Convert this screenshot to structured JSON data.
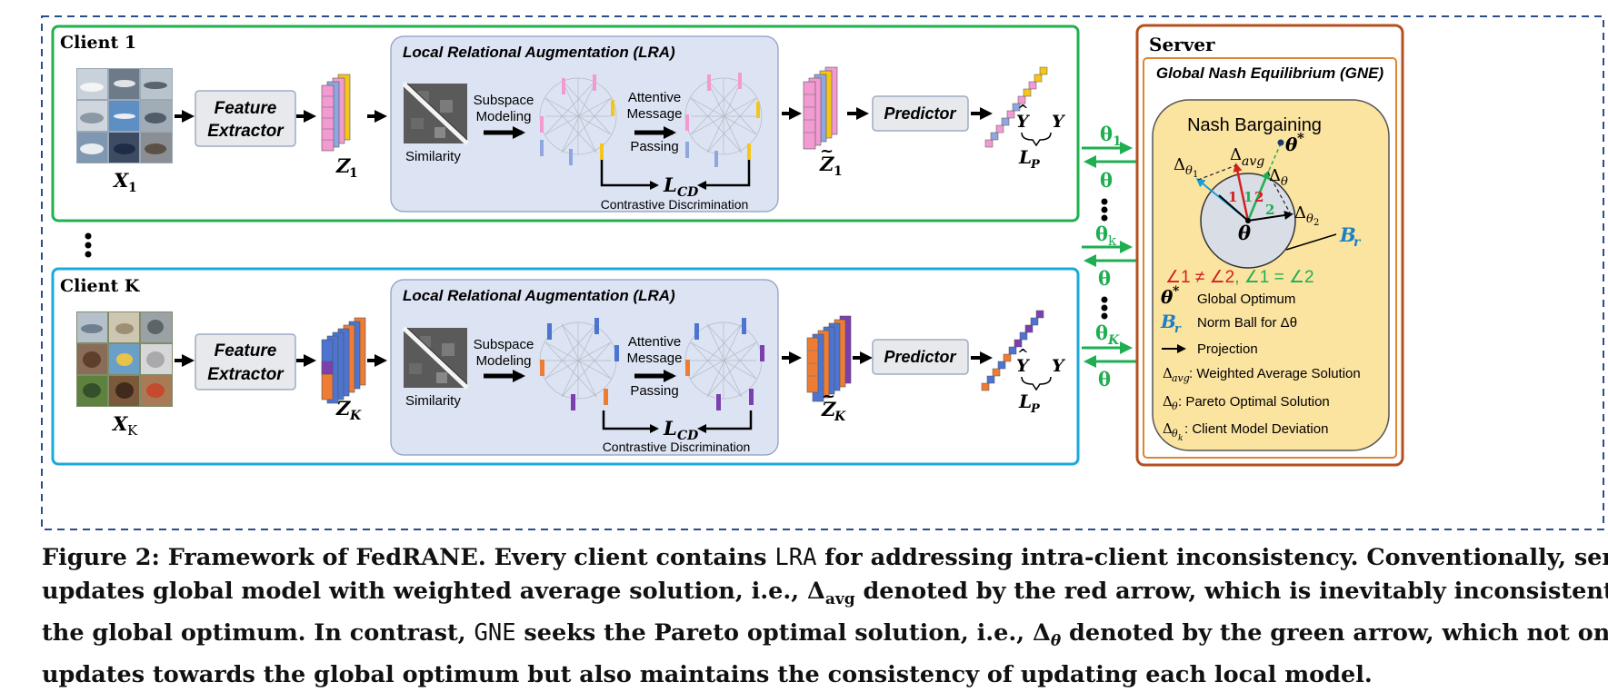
{
  "clients": [
    {
      "title": "Client 1",
      "input_label": "X",
      "input_sub": "1",
      "extractor_line1": "Feature",
      "extractor_line2": "Extractor",
      "feature_label": "Z",
      "feature_sub": "1",
      "lra_title": "Local Relational Augmentation (LRA)",
      "similarity_label": "Similarity",
      "subspace_line1": "Subspace",
      "subspace_line2": "Modeling",
      "attentive_line1": "Attentive",
      "attentive_line2": "Message",
      "attentive_line3": "Passing",
      "lcd_label": "L",
      "lcd_sub": "CD",
      "contrastive_label": "Contrastive Discrimination",
      "aug_label": "Z",
      "aug_sub": "1",
      "predictor_label": "Predictor",
      "yhat": "Y",
      "y": "Y",
      "loss_label": "L",
      "loss_sub": "P",
      "up_theta": "θ",
      "up_theta_sub": "1",
      "down_theta": "θ"
    },
    {
      "title": "Client K",
      "input_label": "X",
      "input_sub": "K",
      "extractor_line1": "Feature",
      "extractor_line2": "Extractor",
      "feature_label": "Z",
      "feature_sub": "K",
      "lra_title": "Local Relational Augmentation (LRA)",
      "similarity_label": "Similarity",
      "subspace_line1": "Subspace",
      "subspace_line2": "Modeling",
      "attentive_line1": "Attentive",
      "attentive_line2": "Message",
      "attentive_line3": "Passing",
      "lcd_label": "L",
      "lcd_sub": "CD",
      "contrastive_label": "Contrastive Discrimination",
      "aug_label": "Z",
      "aug_sub": "K",
      "predictor_label": "Predictor",
      "yhat": "Y",
      "y": "Y",
      "loss_label": "L",
      "loss_sub": "P",
      "up_theta": "θ",
      "up_theta_sub": "K",
      "down_theta": "θ"
    }
  ],
  "middle_theta": "θ",
  "middle_theta_sub": "k",
  "server": {
    "title": "Server",
    "gne_title": "Global Nash Equilibrium (GNE)",
    "nash_title": "Nash Bargaining",
    "delta_theta1": "Δ",
    "delta_theta1_sub": "θ",
    "delta_theta1_subsub": "1",
    "delta_avg": "Δ",
    "delta_avg_sub": "avg",
    "theta_star": "θ",
    "theta_star_sup": "*",
    "delta_theta": "Δ",
    "delta_theta_sub": "θ",
    "delta_theta2": "Δ",
    "delta_theta2_sub": "θ",
    "delta_theta2_subsub": "2",
    "theta_center": "θ",
    "br_label": "B",
    "br_sub": "r",
    "angle_1": "1",
    "angle_2": "2",
    "angle_neq": "∠1 ≠ ∠2",
    "angle_sep": ", ",
    "angle_eq": "∠1 = ∠2",
    "legend": {
      "theta_star_desc": "Global Optimum",
      "br_desc": "Norm Ball for Δθ",
      "projection_desc": "Projection",
      "delta_avg_key": "Δ",
      "delta_avg_key_sub": "avg",
      "delta_avg_desc": ": Weighted Average Solution",
      "delta_theta_key": "Δ",
      "delta_theta_key_sub": "θ",
      "delta_theta_desc": ": Pareto Optimal Solution",
      "delta_thetak_key": "Δ",
      "delta_thetak_key_sub": "θ",
      "delta_thetak_key_subsub": "k",
      "delta_thetak_desc": ": Client Model Deviation"
    }
  },
  "caption": {
    "line1_a": "Figure 2: Framework of FedRANE. Every client contains ",
    "line1_mono": "LRA",
    "line1_b": " for addressing intra-client inconsistency. Conventionally, server",
    "line2_a": "updates global model with weighted average solution, i.e., Δ",
    "line2_sub": "avg",
    "line2_b": " denoted by the red arrow, which is inevitably inconsistent with",
    "line3_a": "the global optimum. In contrast, ",
    "line3_mono": "GNE",
    "line3_b": " seeks the Pareto optimal solution, i.e., Δ",
    "line3_sub": "θ",
    "line3_c": " denoted by the green arrow, which not only",
    "line4": "updates towards the global optimum but also maintains the consistency of updating each local model."
  },
  "colors": {
    "client1_border": "#22b14c",
    "clientK_border": "#1ba9dc",
    "lra_fill": "#dce3f2",
    "server_border": "#b5501f",
    "gne_fill": "#fbe3a0",
    "theta_green": "#1fae52",
    "br_blue": "#1b7fc4",
    "red_arrow": "#d32020",
    "pink_feature": "#f29ad1",
    "blue_feature": "#4d74d0",
    "orange_feature": "#ee7c35",
    "purple_feature": "#7b3fb0",
    "yellow_feature": "#f5c518"
  }
}
